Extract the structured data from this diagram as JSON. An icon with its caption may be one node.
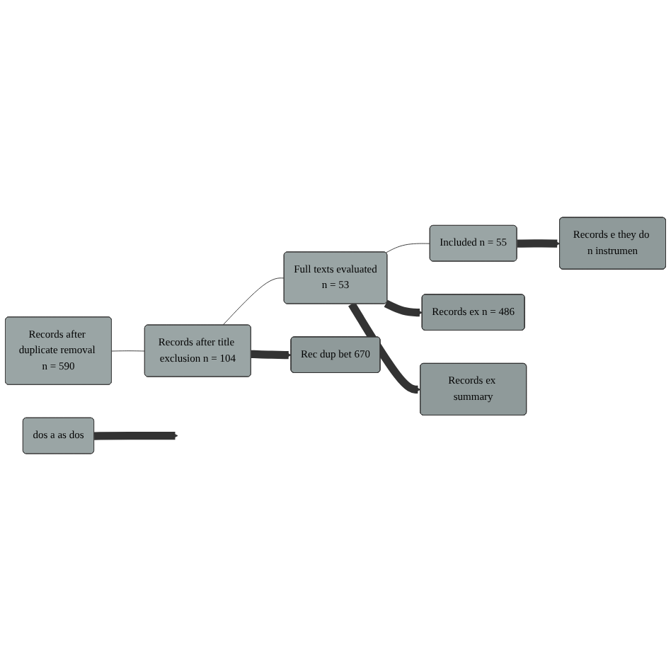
{
  "diagram": {
    "nodes": [
      {
        "text": [
          "Records after duplicate removal n = 590"
        ]
      },
      {
        "text": [
          "Records after title exclusion n = 104"
        ]
      },
      {
        "text": [
          "Full texts evaluated",
          "n = 53"
        ]
      },
      {
        "text": [
          "Included n = 55"
        ]
      },
      {
        "text": [
          "Rec dup bet 670"
        ]
      },
      {
        "text": [
          "Records ex n = 486"
        ]
      },
      {
        "text": [
          "Records ex summary"
        ]
      },
      {
        "text": [
          "Records e they do n instrumen"
        ]
      },
      {
        "text": [
          "dos a as dos"
        ]
      }
    ],
    "edges": [
      {
        "from": 0,
        "to": 1,
        "arrow": "none"
      },
      {
        "from": 1,
        "to": 2,
        "arrow": "none"
      },
      {
        "from": 2,
        "to": 3,
        "arrow": "none"
      },
      {
        "from": 1,
        "to": 4,
        "arrow": "to"
      },
      {
        "from": 2,
        "to": 5,
        "arrow": "to"
      },
      {
        "from": 2,
        "to": 6,
        "arrow": "to"
      },
      {
        "from": 3,
        "to": 7,
        "arrow": "to"
      },
      {
        "from": 8,
        "to": null,
        "arrow": "to"
      }
    ]
  }
}
